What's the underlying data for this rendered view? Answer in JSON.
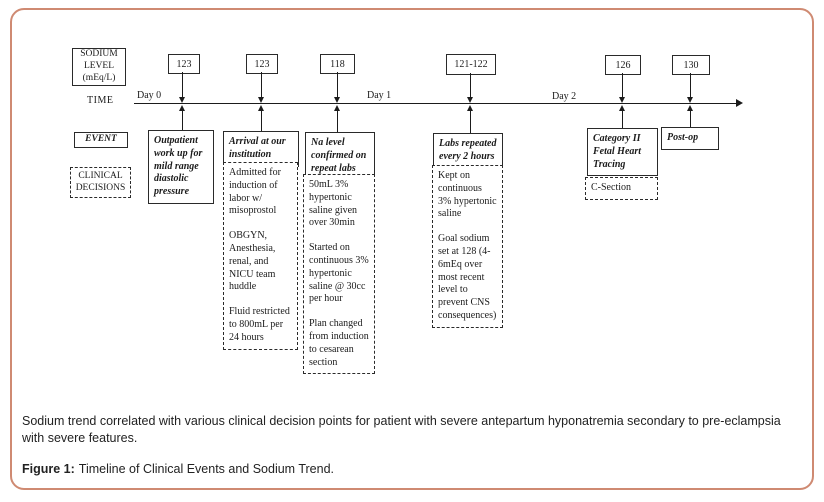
{
  "colors": {
    "frame_border": "#cf8a72"
  },
  "labels": {
    "sodium_level": "SODIUM LEVEL (mEq/L)",
    "time": "TIME",
    "event": "EVENT",
    "clinical_decisions": "CLINICAL DECISIONS"
  },
  "timeline": {
    "days": [
      "Day 0",
      "Day 1",
      "Day 2"
    ]
  },
  "columns": [
    {
      "sodium": "123",
      "event": "Outpatient work up for mild range diastolic pressure",
      "decisions": []
    },
    {
      "sodium": "123",
      "event": "Arrival at our institution",
      "decisions": [
        "Admitted for induction of labor w/ misoprostol",
        "OBGYN, Anesthesia, renal, and NICU team huddle",
        "Fluid restricted to 800mL per 24 hours"
      ]
    },
    {
      "sodium": "118",
      "event": "Na level confirmed on repeat labs",
      "decisions": [
        "50mL 3% hypertonic saline given over 30min",
        "Started on continuous 3% hypertonic saline @ 30cc per hour",
        "Plan changed from induction to cesarean section"
      ]
    },
    {
      "sodium": "121-122",
      "event": "Labs repeated every 2 hours",
      "decisions": [
        "Kept on continuous 3% hypertonic saline",
        "Goal sodium set at 128 (4-6mEq over most recent level to prevent CNS consequences)"
      ]
    },
    {
      "sodium": "126",
      "event": "Category II Fetal Heart Tracing",
      "decisions": [
        "C-Section"
      ]
    },
    {
      "sodium": "130",
      "event": "Post-op",
      "decisions": []
    }
  ],
  "caption": {
    "body": "Sodium trend correlated with various clinical decision points for patient with severe antepartum hyponatremia secondary to pre-eclampsia with severe features.",
    "figure_label": "Figure 1:",
    "figure_text": "Timeline of Clinical Events and Sodium Trend."
  }
}
